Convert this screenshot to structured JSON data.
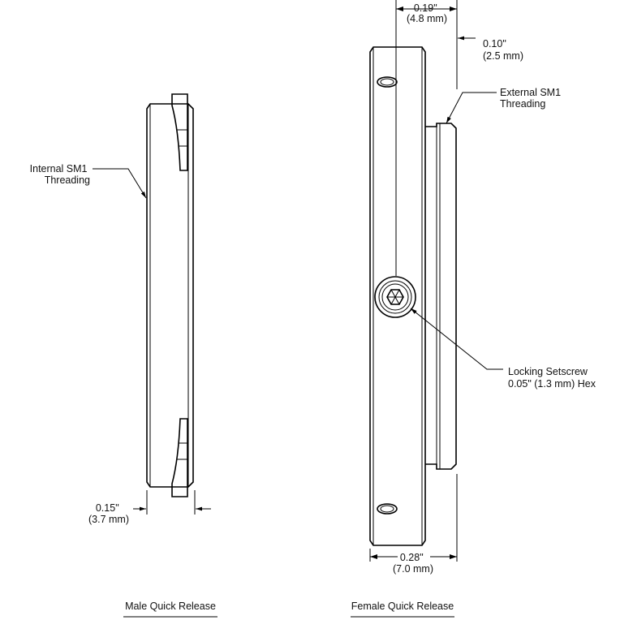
{
  "male": {
    "internal_thread_label": [
      "Internal SM1",
      "Threading"
    ],
    "width_dim": [
      "0.15\"",
      "(3.7 mm)"
    ],
    "caption": "Male Quick Release"
  },
  "female": {
    "top_dim": [
      "0.19\"",
      "(4.8 mm)"
    ],
    "step_dim": [
      "0.10\"",
      "(2.5 mm)"
    ],
    "external_thread_label": [
      "External SM1",
      "Threading"
    ],
    "setscrew_label": [
      "Locking Setscrew",
      "0.05\" (1.3 mm) Hex"
    ],
    "width_dim": [
      "0.28\"",
      "(7.0 mm)"
    ],
    "caption": "Female Quick Release"
  }
}
